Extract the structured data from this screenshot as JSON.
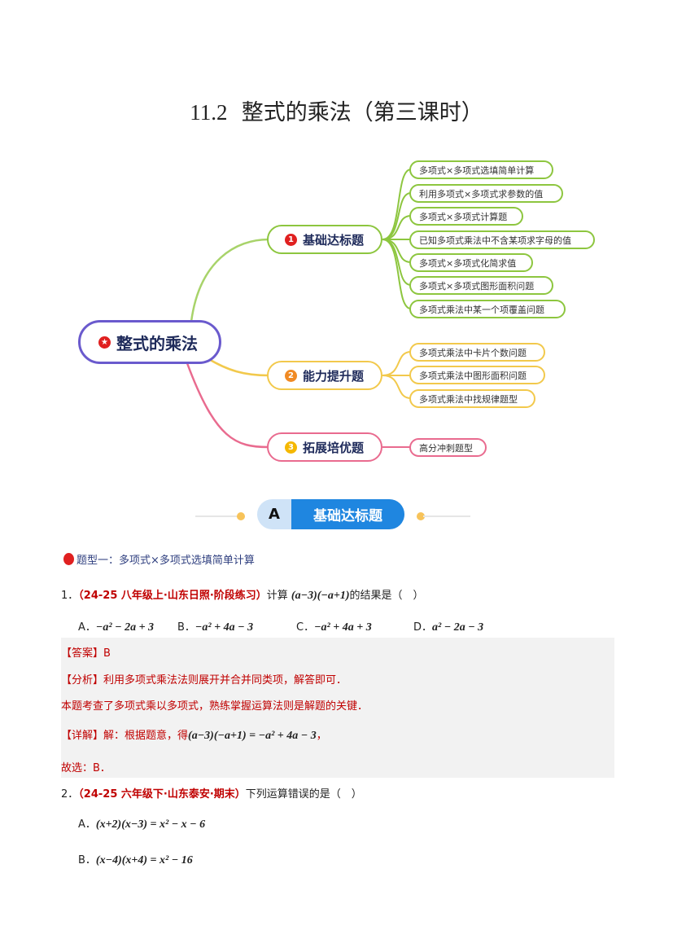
{
  "title": {
    "number": "11.2",
    "text": "整式的乘法（第三课时）"
  },
  "mindmap": {
    "root": {
      "label": "整式的乘法",
      "icon": "star-icon",
      "color": "#6a5acd"
    },
    "branches": [
      {
        "badge": "1",
        "label": "基础达标题",
        "color": "#8dc63f",
        "badge_color": "#e02020",
        "leaves": [
          "多项式×多项式选填简单计算",
          "利用多项式×多项式求参数的值",
          "多项式×多项式计算题",
          "已知多项式乘法中不含某项求字母的值",
          "多项式×多项式化简求值",
          "多项式×多项式图形面积问题",
          "多项式乘法中某一个项覆盖问题"
        ]
      },
      {
        "badge": "2",
        "label": "能力提升题",
        "color": "#f2c94c",
        "badge_color": "#f08a24",
        "leaves": [
          "多项式乘法中卡片个数问题",
          "多项式乘法中图形面积问题",
          "多项式乘法中找规律题型"
        ]
      },
      {
        "badge": "3",
        "label": "拓展培优题",
        "color": "#e96b8f",
        "badge_color": "#f5b800",
        "leaves": [
          "高分冲刺题型"
        ]
      }
    ]
  },
  "section": {
    "letter": "A",
    "label": "基础达标题"
  },
  "type_heading": {
    "icon": "flag-icon",
    "label": "题型一：多项式×多项式选填简单计算"
  },
  "q1": {
    "num": "1．",
    "source": "（24-25 八年级上·山东日照·阶段练习）",
    "pre": "计算",
    "expr": "(a−3)(−a+1)",
    "post": "的结果是（　）",
    "options": [
      {
        "key": "A．",
        "val": "−a² − 2a + 3"
      },
      {
        "key": "B．",
        "val": "−a² + 4a − 3"
      },
      {
        "key": "C．",
        "val": "−a² + 4a + 3"
      },
      {
        "key": "D．",
        "val": "a² − 2a − 3"
      }
    ]
  },
  "answer": {
    "answer_label": "【答案】",
    "answer": "B",
    "analysis_label": "【分析】",
    "analysis": "利用多项式乘法法则展开并合并同类项，解答即可．",
    "summary": "本题考查了多项式乘以多项式，熟练掌握运算法则是解题的关键．",
    "detail_label": "【详解】",
    "detail_pre": "解：根据题意，得",
    "detail_expr": "(a−3)(−a+1) = −a² + 4a − 3",
    "detail_post": "，",
    "choice": "故选：B．"
  },
  "q2": {
    "num": "2．",
    "source": "（24-25 六年级下·山东泰安·期末）",
    "text": "下列运算错误的是（　）",
    "options": [
      {
        "key": "A．",
        "val": "(x+2)(x−3) = x² − x − 6"
      },
      {
        "key": "B．",
        "val": "(x−4)(x+4) = x² − 16"
      }
    ]
  }
}
